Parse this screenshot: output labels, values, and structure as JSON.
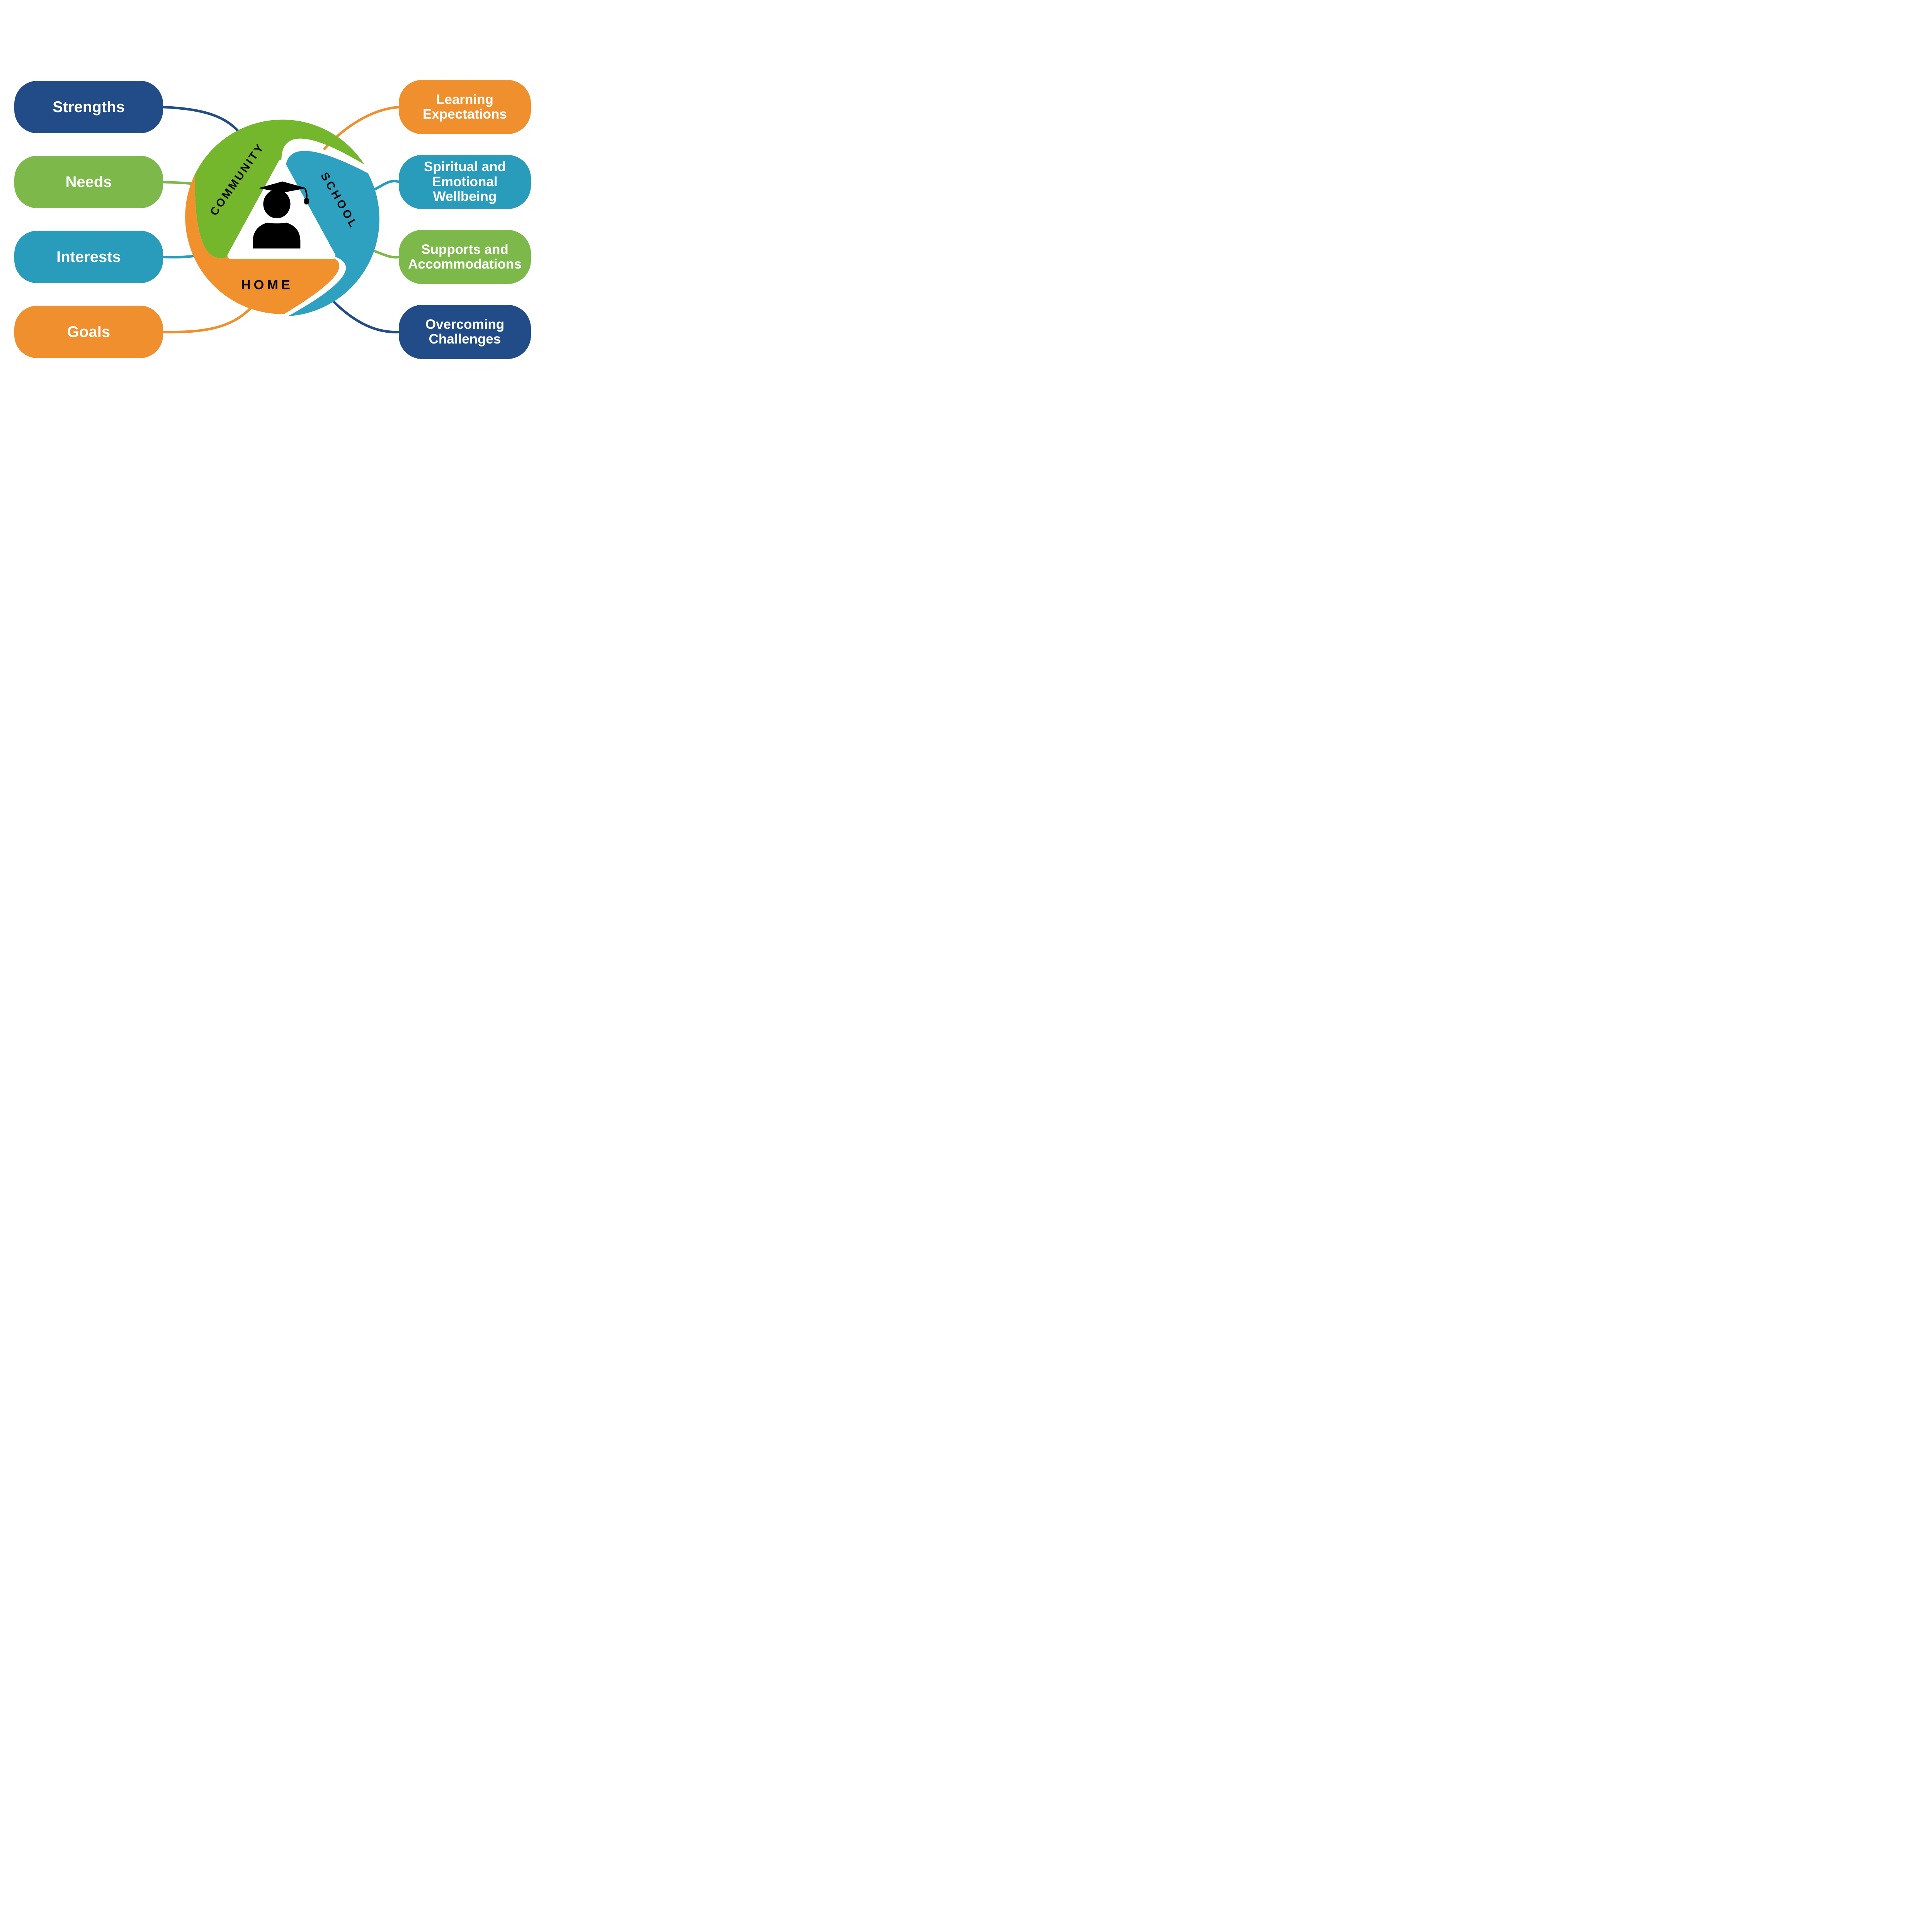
{
  "colors": {
    "navy": "#224C87",
    "green": "#7CB94A",
    "teal": "#2A9CBB",
    "orange": "#EF8F2D",
    "swirl_green": "#74B62C",
    "swirl_blue": "#2EA0C0",
    "swirl_orange": "#F0912E",
    "band_label": "#0A0A0A",
    "pill_label": "#FFFFFF",
    "icon": "#000000",
    "background": "#FFFFFF"
  },
  "left_pills": [
    {
      "label": "Strengths",
      "color": "navy"
    },
    {
      "label": "Needs",
      "color": "green"
    },
    {
      "label": "Interests",
      "color": "teal"
    },
    {
      "label": "Goals",
      "color": "orange"
    }
  ],
  "right_pills": [
    {
      "label": "Learning Expectations",
      "color": "orange"
    },
    {
      "label": "Spiritual and Emotional Wellbeing",
      "color": "teal"
    },
    {
      "label": "Supports and Accommodations",
      "color": "green"
    },
    {
      "label": "Overcoming Challenges",
      "color": "navy"
    }
  ],
  "center": {
    "segments": [
      {
        "label": "COMMUNITY"
      },
      {
        "label": "SCHOOL"
      },
      {
        "label": "HOME"
      }
    ],
    "icon": "graduate-student-icon"
  }
}
